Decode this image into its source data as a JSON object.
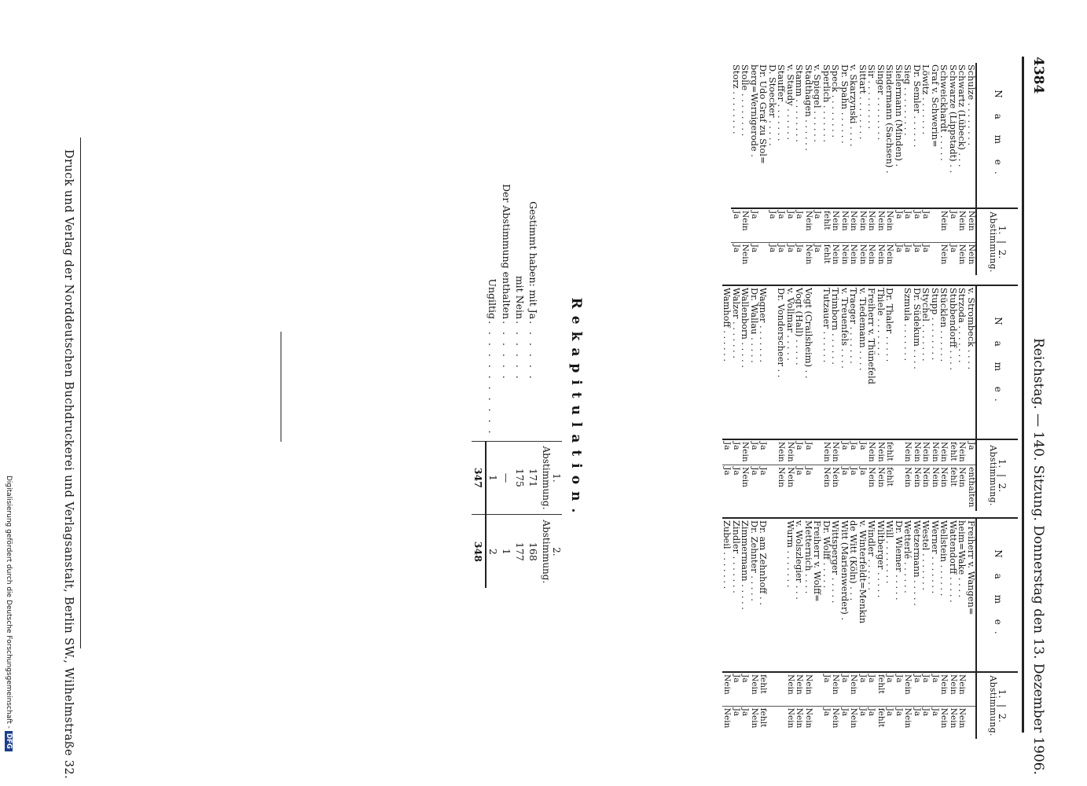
{
  "header": {
    "page_number": "4384",
    "running_title": "Reichstag. — 140. Sitzung. Donnerstag den 13. Dezember 1906."
  },
  "table_header": {
    "name_col": "N a m e.",
    "vote_col_1": "1.",
    "vote_col_2": "2.",
    "abstimmung": "Abstimmung."
  },
  "columns": [
    [
      {
        "name": "Schulze . . . . . . . .",
        "v1": "Nein",
        "v2": "Nein"
      },
      {
        "name": "Schwartz (Lübeck) . . .",
        "v1": "Nein",
        "v2": "Nein"
      },
      {
        "name": "Schwarze (Lippstadt) . .",
        "v1": "Ja",
        "v2": "Ja"
      },
      {
        "name": "Schweickhardt . . . . .",
        "v1": "Nein",
        "v2": "Nein"
      },
      {
        "name": "Graf v. Schwerin=",
        "v1": "",
        "v2": ""
      },
      {
        "name": "   Löwitz . . . . . . .",
        "v1": "Ja",
        "v2": "Ja"
      },
      {
        "name": "Dr. Semler . . . . . .",
        "v1": "Ja",
        "v2": "Ja"
      },
      {
        "name": "Sieg . . . . . . . . .",
        "v1": "Ja",
        "v2": "Ja"
      },
      {
        "name": "Sielermann (Minden) .",
        "v1": "Ja",
        "v2": "Ja"
      },
      {
        "name": "Sindermann (Sachsen) .",
        "v1": "Nein",
        "v2": "Nein"
      },
      {
        "name": "Singer . . . . . . . .",
        "v1": "Nein",
        "v2": "Nein"
      },
      {
        "name": "Sir . . . . . . . . .",
        "v1": "Nein",
        "v2": "Nein"
      },
      {
        "name": "Sittart . . . . . . . .",
        "v1": "Nein",
        "v2": "Nein"
      },
      {
        "name": "v. Skarzynski . . . .",
        "v1": "Nein",
        "v2": "Nein"
      },
      {
        "name": "Dr. Spahn . . . . . .",
        "v1": "Nein",
        "v2": "Nein"
      },
      {
        "name": "Speck . . . . . . . .",
        "v1": "Nein",
        "v2": "Nein"
      },
      {
        "name": "Sperlich . . . . . . .",
        "v1": "fehlt",
        "v2": "fehlt"
      },
      {
        "name": "v. Spiegel . . . . . .",
        "v1": "Ja",
        "v2": "Ja"
      },
      {
        "name": "Stadthagen . . . . . .",
        "v1": "Nein",
        "v2": "Nein"
      },
      {
        "name": "Stamm . . . . . . . .",
        "v1": "Ja",
        "v2": "Ja"
      },
      {
        "name": "v. Staudy . . . . . .",
        "v1": "Ja",
        "v2": "Ja"
      },
      {
        "name": "Stauffer . . . . . . .",
        "v1": "Ja",
        "v2": "Ja"
      },
      {
        "name": "D. Stoecker . . . . .",
        "v1": "Ja",
        "v2": "Ja"
      },
      {
        "name": "Dr. Udo Graf zu Stol=",
        "v1": "",
        "v2": ""
      },
      {
        "name": "   berg=Wernigerode .",
        "v1": "Ja",
        "v2": "Ja"
      },
      {
        "name": "Stolle . . . . . . . .",
        "v1": "Nein",
        "v2": "Nein"
      },
      {
        "name": "Storz . . . . . . . .",
        "v1": "Ja",
        "v2": "Ja"
      }
    ],
    [
      {
        "name": "v. Strombeck . . . .",
        "v1": "Ja",
        "v2": "enthalten"
      },
      {
        "name": "Strzoda . . . . . . .",
        "v1": "Nein",
        "v2": "Nein"
      },
      {
        "name": "Stubbendorff . . . .",
        "v1": "fehlt",
        "v2": "fehlt"
      },
      {
        "name": "Stücklen . . . . . .",
        "v1": "Nein",
        "v2": "Nein"
      },
      {
        "name": "Stupp . . . . . . . .",
        "v1": "Nein",
        "v2": "Nein"
      },
      {
        "name": "Stychel . . . . . . .",
        "v1": "Nein",
        "v2": "Nein"
      },
      {
        "name": "Dr. Südekum . . . .",
        "v1": "Nein",
        "v2": "Nein"
      },
      {
        "name": "Szmula . . . . . . .",
        "v1": "Nein",
        "v2": "Nein"
      },
      {
        "name": "",
        "v1": "",
        "v2": ""
      },
      {
        "name": "Dr. Thaler . . . . .",
        "v1": "fehlt",
        "v2": "fehlt"
      },
      {
        "name": "Thiele . . . . . . .",
        "v1": "Nein",
        "v2": "Nein"
      },
      {
        "name": "Freiherr v. Thünefeld",
        "v1": "Nein",
        "v2": "Nein"
      },
      {
        "name": "v. Tiedemann . . . .",
        "v1": "Ja",
        "v2": "Ja"
      },
      {
        "name": "Traeger . . . . . . .",
        "v1": "Ja",
        "v2": "Ja"
      },
      {
        "name": "v. Treuenfels . . . .",
        "v1": "Ja",
        "v2": "Ja"
      },
      {
        "name": "Trimborn . . . . . .",
        "v1": "Nein",
        "v2": "Nein"
      },
      {
        "name": "Tutzauer . . . . . .",
        "v1": "Nein",
        "v2": "Nein"
      },
      {
        "name": "",
        "v1": "",
        "v2": ""
      },
      {
        "name": "Vogt (Crailsheim) . .",
        "v1": "Ja",
        "v2": "Ja"
      },
      {
        "name": "Vogt (Hall) . . . . .",
        "v1": "Ja",
        "v2": "Ja"
      },
      {
        "name": "v. Vollmar . . . . .",
        "v1": "Nein",
        "v2": "Nein"
      },
      {
        "name": "Dr. Vonderscheer . .",
        "v1": "Nein",
        "v2": "Nein"
      },
      {
        "name": "",
        "v1": "",
        "v2": ""
      },
      {
        "name": "Wagner . . . . . . .",
        "v1": "Ja",
        "v2": "Ja"
      },
      {
        "name": "Dr. Wallau . . . . .",
        "v1": "Ja",
        "v2": "Ja"
      },
      {
        "name": "Wallenborn . . . . .",
        "v1": "Nein",
        "v2": "Nein"
      },
      {
        "name": "Walzer . . . . . . .",
        "v1": "Ja",
        "v2": "Ja"
      },
      {
        "name": "Wamhoff . . . . . .",
        "v1": "Ja",
        "v2": "Ja"
      }
    ],
    [
      {
        "name": "Freiherr v. Wangen=",
        "v1": "",
        "v2": ""
      },
      {
        "name": "   heim=Wake . . . .",
        "v1": "Nein",
        "v2": "Nein"
      },
      {
        "name": "Wattendorff . . . . .",
        "v1": "Nein",
        "v2": "Nein"
      },
      {
        "name": "Wellstein . . . . . .",
        "v1": "Nein",
        "v2": "Nein"
      },
      {
        "name": "Werner . . . . . . .",
        "v1": "Ja",
        "v2": "Ja"
      },
      {
        "name": "Westel . . . . . . .",
        "v1": "Ja",
        "v2": "Ja"
      },
      {
        "name": "Wetzermann . . . . .",
        "v1": "Ja",
        "v2": "Ja"
      },
      {
        "name": "Wetterlé . . . . . .",
        "v1": "Nein",
        "v2": "Nein"
      },
      {
        "name": "Dr. Wiemer . . . . .",
        "v1": "Ja",
        "v2": "Ja"
      },
      {
        "name": "Will . . . . . . . .",
        "v1": "Ja",
        "v2": "Ja"
      },
      {
        "name": "Wiltberger . . . . .",
        "v1": "fehlt",
        "v2": "fehlt"
      },
      {
        "name": "Windler . . . . . .",
        "v1": "Ja",
        "v2": "Ja"
      },
      {
        "name": "v. Winterfeldt=Menkin",
        "v1": "Ja",
        "v2": "Ja"
      },
      {
        "name": "de Witt (Köln) . . .",
        "v1": "Nein",
        "v2": "Nein"
      },
      {
        "name": "Witt (Marienwerder) .",
        "v1": "Ja",
        "v2": "Ja"
      },
      {
        "name": "Wittsperger . . . . .",
        "v1": "Nein",
        "v2": "Nein"
      },
      {
        "name": "Dr. Wolff . . . . .",
        "v1": "Ja",
        "v2": "Ja"
      },
      {
        "name": "Freiherr v. Wolff=",
        "v1": "",
        "v2": ""
      },
      {
        "name": "   Metternich . . . .",
        "v1": "Nein",
        "v2": "Nein"
      },
      {
        "name": "v. Wolszlegier . . .",
        "v1": "Nein",
        "v2": "Nein"
      },
      {
        "name": "Wurm . . . . . . .",
        "v1": "Nein",
        "v2": "Nein"
      },
      {
        "name": "",
        "v1": "",
        "v2": ""
      },
      {
        "name": "",
        "v1": "",
        "v2": ""
      },
      {
        "name": "Dr. am Zehnhoff . .",
        "v1": "fehlt",
        "v2": "fehlt"
      },
      {
        "name": "Dr. Zehnter . . . . .",
        "v1": "Nein",
        "v2": "Nein"
      },
      {
        "name": "Zimmermann . . . . .",
        "v1": "Ja",
        "v2": "Ja"
      },
      {
        "name": "Zindler . . . . . . .",
        "v1": "Ja",
        "v2": "Ja"
      },
      {
        "name": "Zubeil . . . . . . .",
        "v1": "Nein",
        "v2": "Nein"
      }
    ]
  ],
  "recap": {
    "title": "Rekapitulation.",
    "col1_num": "1.",
    "col2_num": "2.",
    "col_label": "Abstimmung.",
    "rows": [
      {
        "label": "Gestimmt haben: mit Ja",
        "dots": ". . . . . .",
        "v1": "171",
        "v2": "168"
      },
      {
        "label": "mit Nein",
        "dots": ". . . . . .",
        "v1": "175",
        "v2": "177"
      },
      {
        "label": "Der Abstimmung enthalten",
        "dots": ". . . . . .",
        "v1": "—",
        "v2": "1"
      },
      {
        "label": "Ungiltig",
        "dots": ". . . . . . . . . . .",
        "v1": "1",
        "v2": "2"
      }
    ],
    "total": {
      "v1": "347",
      "v2": "348"
    }
  },
  "imprint": "Druck und Verlag der Norddeutschen Buchdruckerei und Verlagsanstalt, Berlin SW., Wilhelmstraße 32.",
  "digitization": {
    "note": "Digitalisierung gefördert durch die Deutsche Forschungsgemeinschaft -",
    "logo": "DFG"
  }
}
